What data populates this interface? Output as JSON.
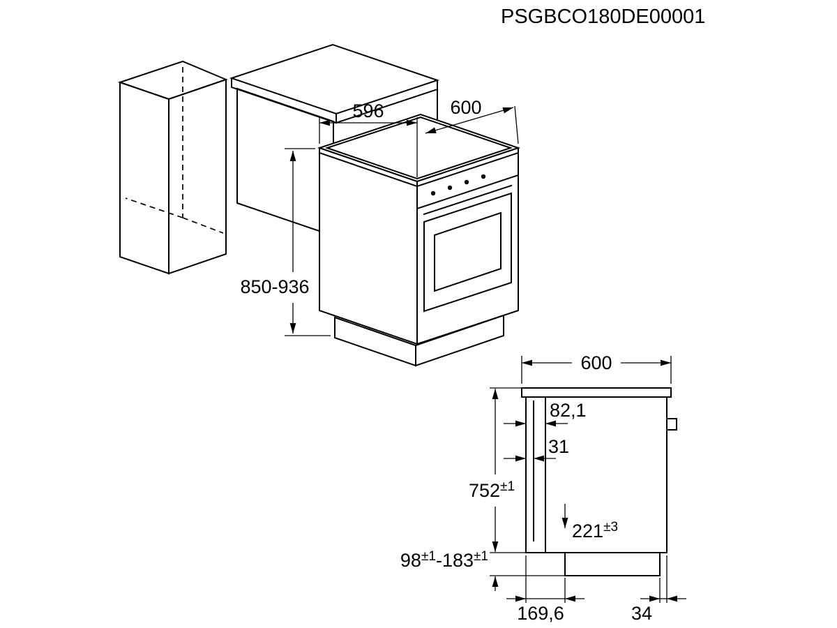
{
  "title": "PSGBCO180DE00001",
  "drawing": {
    "line_color": "#000000",
    "background": "#ffffff"
  },
  "isometric_view": {
    "dim_top_width": "596",
    "dim_top_depth": "600",
    "dim_height_range": "850-936"
  },
  "side_view": {
    "dim_overall_depth": "600",
    "dim_front_offset": "82,1",
    "dim_door_gap": "31",
    "dim_niche_height": {
      "value": "752",
      "tol": "±1"
    },
    "dim_bottom_clearance": {
      "value": "221",
      "tol": "±3"
    },
    "dim_plinth_range": {
      "value_min": "98",
      "tol_min": "±1",
      "separator": "-",
      "value_max": "183",
      "tol_max": "±1"
    },
    "dim_plinth_depth": "169,6",
    "dim_rear_gap": "34"
  }
}
